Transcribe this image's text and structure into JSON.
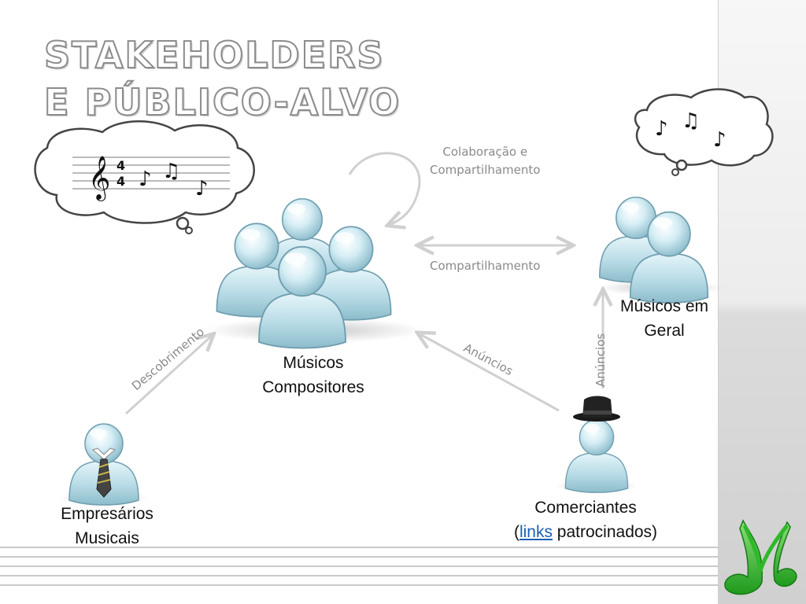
{
  "title": {
    "line1": "STAKEHOLDERS",
    "line2": "E PÚBLICO-ALVO"
  },
  "nodes": {
    "composers": {
      "line1": "Músicos",
      "line2": "Compositores"
    },
    "musicians": {
      "line1": "Músicos em",
      "line2": "Geral"
    },
    "business": {
      "line1": "Empresários",
      "line2": "Musicais"
    },
    "merchants": {
      "line1": "Comerciantes",
      "open": "(",
      "link": "links",
      "rest": " patrocinados)"
    }
  },
  "edges": {
    "collaboration": {
      "line1": "Colaboração e",
      "line2": "Compartilhamento"
    },
    "sharing": "Compartilhamento",
    "discovery": "Descobrimento",
    "ads_diagonal": "Anúncios",
    "ads_vertical": "Anúncios"
  },
  "icons": [
    "group-people-icon",
    "pair-people-icon",
    "businessman-tie-icon",
    "hat-person-icon",
    "music-thought-bubble-icon",
    "music-notes-bubble-icon",
    "music-logo-icon"
  ],
  "colors": {
    "person_fill": "#bfe0ea",
    "person_stroke": "#6f9eae",
    "arrow": "#d0d0d0",
    "link": "#1a5fb4",
    "logo_green": "#2fb82a"
  }
}
